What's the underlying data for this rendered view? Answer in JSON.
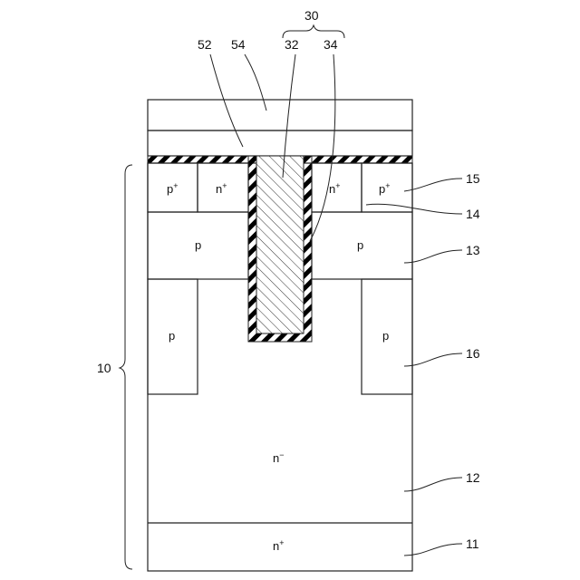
{
  "labels": {
    "l30": "30",
    "l52": "52",
    "l54": "54",
    "l32": "32",
    "l34": "34",
    "l15": "15",
    "l14": "14",
    "l13": "13",
    "l16": "16",
    "l12": "12",
    "l11": "11",
    "l10": "10"
  },
  "regions": {
    "p_plus": {
      "base": "p",
      "sup": "+"
    },
    "n_plus_left": {
      "base": "n",
      "sup": "+"
    },
    "n_plus_right": {
      "base": "n",
      "sup": "+"
    },
    "p_plus_right": {
      "base": "p",
      "sup": "+"
    },
    "p_left": "p",
    "p_right": "p",
    "p_pillar_left": "p",
    "p_pillar_right": "p",
    "n_minus": {
      "base": "n",
      "sup": "−"
    },
    "n_plus_bottom": {
      "base": "n",
      "sup": "+"
    }
  }
}
